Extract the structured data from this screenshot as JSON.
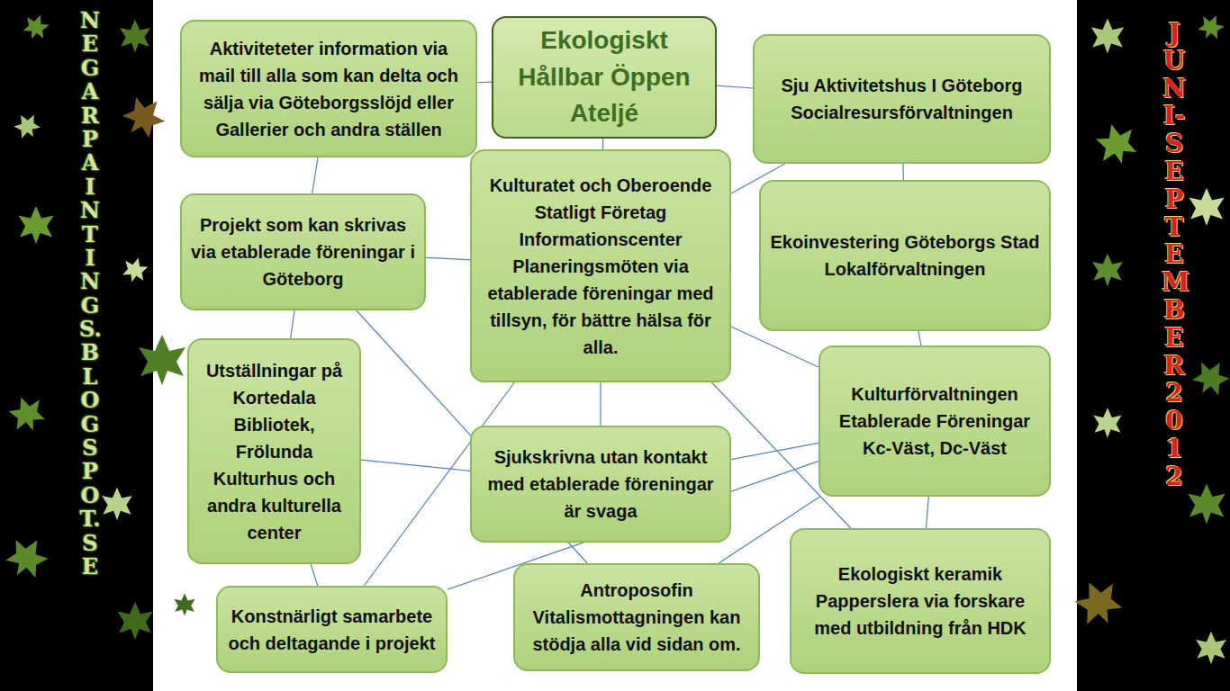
{
  "diagram": {
    "nodes": [
      {
        "text": [
          "Aktiviteteter information via mail till alla som kan delta och sälja via Göteborgsslöjd eller Gallerier och andra ställen"
        ]
      },
      {
        "text": [
          "Ekologiskt Hållbar Öppen Ateljé"
        ]
      },
      {
        "text": [
          "Sju Aktivitetshus I Göteborg Socialresursförvaltningen"
        ]
      },
      {
        "text": [
          "Projekt som kan skrivas via etablerade föreningar i Göteborg"
        ]
      },
      {
        "text": [
          "Kulturatet och Oberoende Statligt Företag Informationscenter Planeringsmöten via etablerade föreningar med tillsyn, för bättre hälsa för alla."
        ]
      },
      {
        "text": [
          "Ekoinvestering Göteborgs Stad Lokalförvaltningen"
        ]
      },
      {
        "text": [
          "Utställningar på Kortedala Bibliotek, Frölunda Kulturhus och andra kulturella center"
        ]
      },
      {
        "text": [
          "Kulturförvaltningen Etablerade Föreningar Kc-Väst, Dc-Väst"
        ]
      },
      {
        "text": [
          "Sjukskrivna utan kontakt med etablerade föreningar är svaga"
        ]
      },
      {
        "text": [
          "Konstnärligt samarbete och deltagande i projekt"
        ]
      },
      {
        "text": [
          "Antroposofin Vitalismottagningen kan stödja alla vid sidan om."
        ]
      },
      {
        "text": [
          "Ekologiskt keramik Papperslera via forskare med utbildning från HDK"
        ]
      }
    ],
    "edges": [
      {
        "from": 0,
        "to": 3,
        "arrow": "none"
      },
      {
        "from": 0,
        "to": 1,
        "arrow": "none"
      },
      {
        "from": 1,
        "to": 2,
        "arrow": "none"
      },
      {
        "from": 1,
        "to": 4,
        "arrow": "none"
      },
      {
        "from": 2,
        "to": 5,
        "arrow": "none"
      },
      {
        "from": 2,
        "to": 4,
        "arrow": "none"
      },
      {
        "from": 5,
        "to": 7,
        "arrow": "none"
      },
      {
        "from": 7,
        "to": 11,
        "arrow": "none"
      },
      {
        "from": 3,
        "to": 6,
        "arrow": "none"
      },
      {
        "from": 3,
        "to": 4,
        "arrow": "none"
      },
      {
        "from": 3,
        "to": 10,
        "arrow": "none"
      },
      {
        "from": 4,
        "to": 8,
        "arrow": "none"
      },
      {
        "from": 4,
        "to": 7,
        "arrow": "none"
      },
      {
        "from": 4,
        "to": 11,
        "arrow": "none"
      },
      {
        "from": 6,
        "to": 9,
        "arrow": "none"
      },
      {
        "from": 6,
        "to": 8,
        "arrow": "none"
      },
      {
        "from": 9,
        "to": 4,
        "arrow": "none"
      },
      {
        "from": 9,
        "to": 7,
        "arrow": "none"
      },
      {
        "from": 10,
        "to": 7,
        "arrow": "none"
      },
      {
        "from": 8,
        "to": 7,
        "arrow": "none"
      }
    ],
    "labels": [
      "NEGARPAINTINGS.BLOGSPOT.SE",
      "JUNI-SEPTEMBER 2012"
    ]
  }
}
